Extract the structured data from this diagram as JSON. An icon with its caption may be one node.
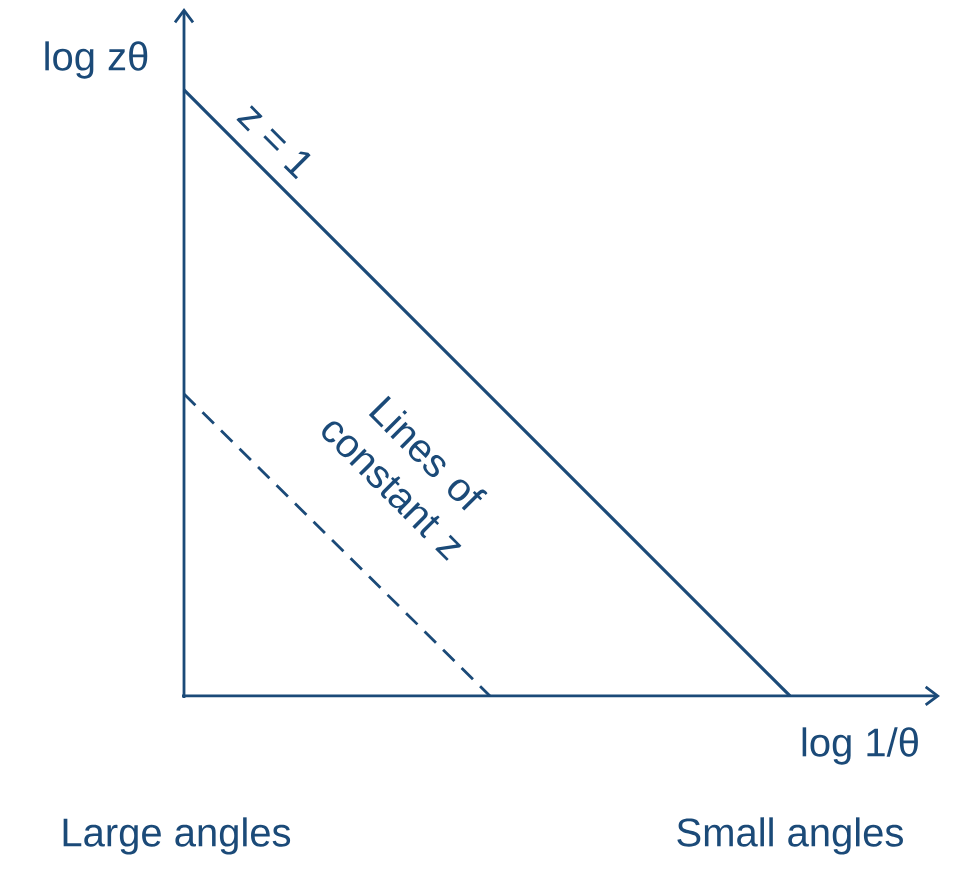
{
  "diagram": {
    "labels": [
      "log zθ",
      "z = 1",
      "Lines of constant z",
      "log 1/θ",
      "Large angles",
      "Small angles"
    ]
  }
}
